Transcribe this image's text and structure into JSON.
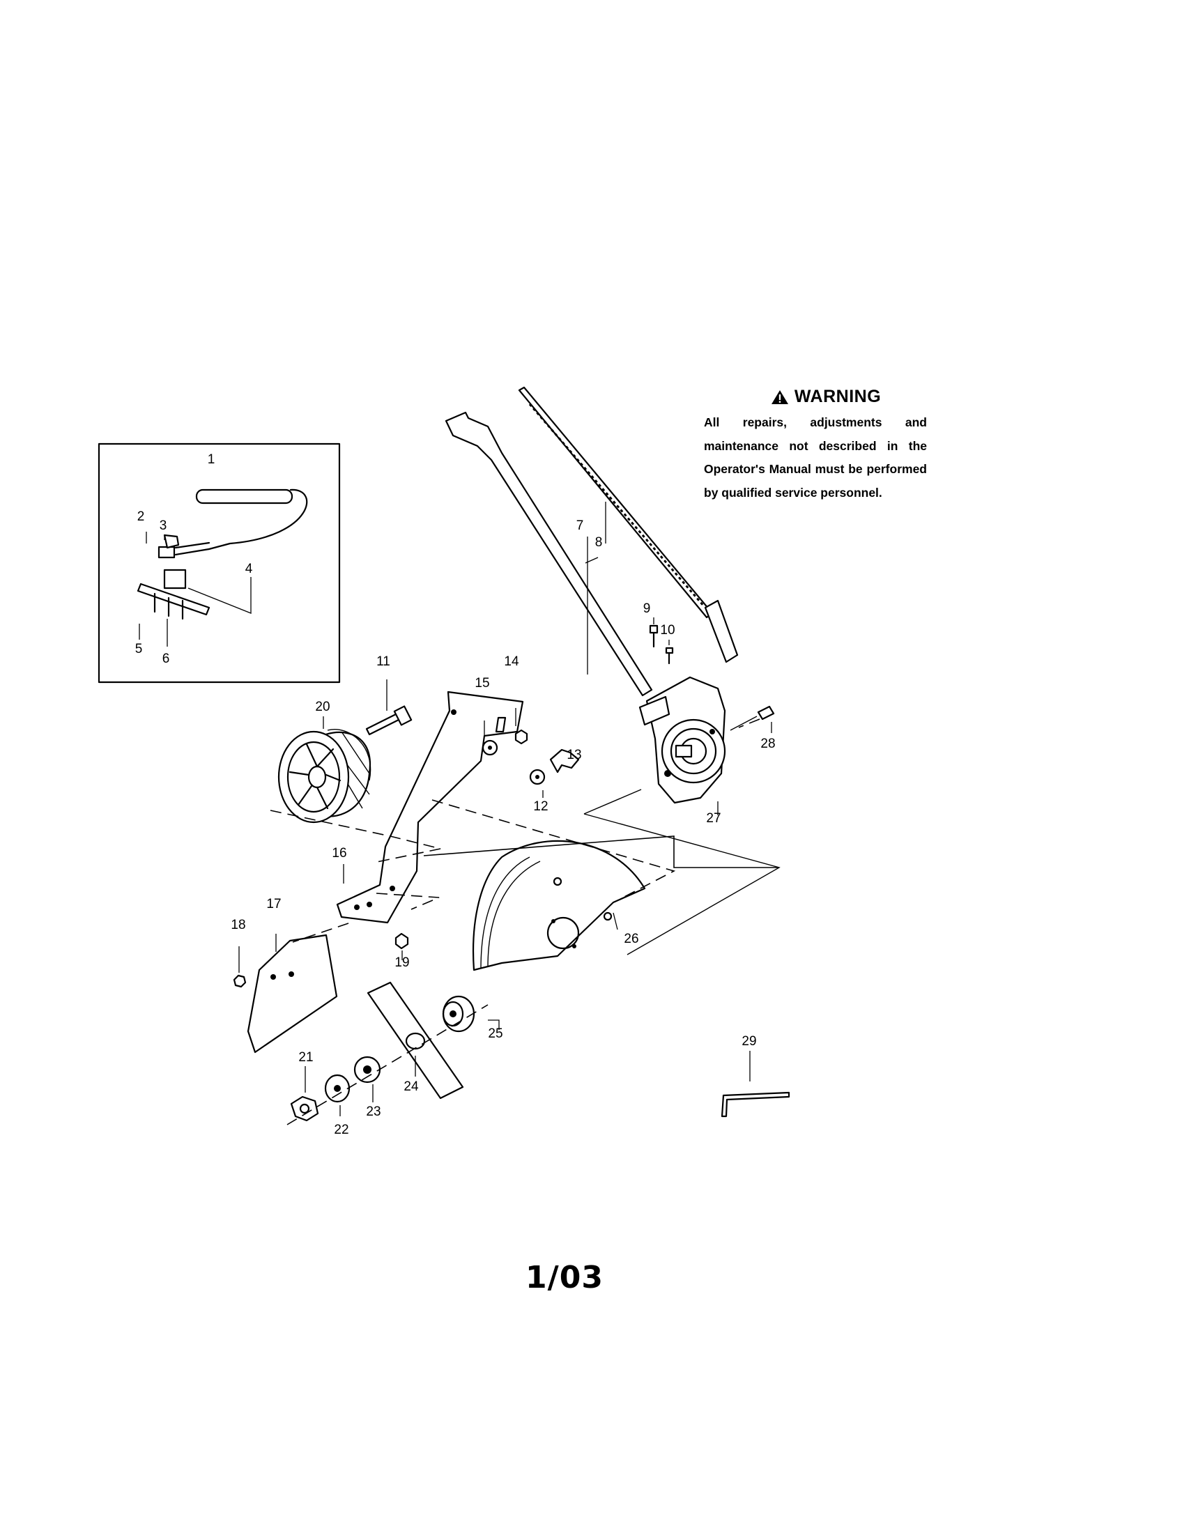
{
  "warning": {
    "title": "WARNING",
    "icon": "warning-triangle-icon",
    "text": "All repairs, adjustments and maintenance not described in the Operator's Manual must be performed by qualified service personnel."
  },
  "callouts": [
    "1",
    "2",
    "3",
    "4",
    "5",
    "6",
    "7",
    "8",
    "9",
    "10",
    "11",
    "12",
    "13",
    "14",
    "15",
    "16",
    "17",
    "18",
    "19",
    "20",
    "21",
    "22",
    "23",
    "24",
    "25",
    "26",
    "27",
    "28",
    "29"
  ],
  "page_code": "1/03"
}
